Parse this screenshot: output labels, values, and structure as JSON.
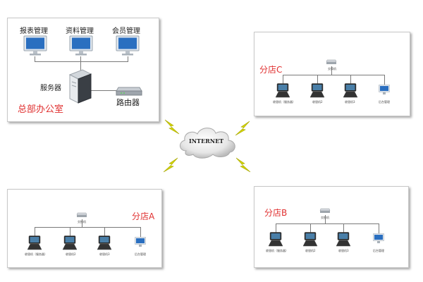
{
  "hq": {
    "terminals": [
      "报表管理",
      "资料管理",
      "会员管理"
    ],
    "server_label": "服务器",
    "router_label": "路由器",
    "title": "总部办公室"
  },
  "cloud_label": "INTERNET",
  "branches": {
    "c": {
      "title": "分店C",
      "switch_label": "交换机",
      "pos": [
        "收银机（服务器）",
        "收银机2",
        "收银机3"
      ],
      "office_label": "后台管理"
    },
    "a": {
      "title": "分店A",
      "switch_label": "交换机",
      "pos": [
        "收银机（服务器）",
        "收银机2",
        "收银机3"
      ],
      "office_label": "后台管理"
    },
    "b": {
      "title": "分店B",
      "switch_label": "交换机",
      "pos": [
        "收银机（服务器）",
        "收银机2",
        "收银机3"
      ],
      "office_label": "后台管理"
    }
  },
  "colors": {
    "accent": "#e03030",
    "lightning": "#d4d400",
    "line": "#7a7a7a"
  }
}
